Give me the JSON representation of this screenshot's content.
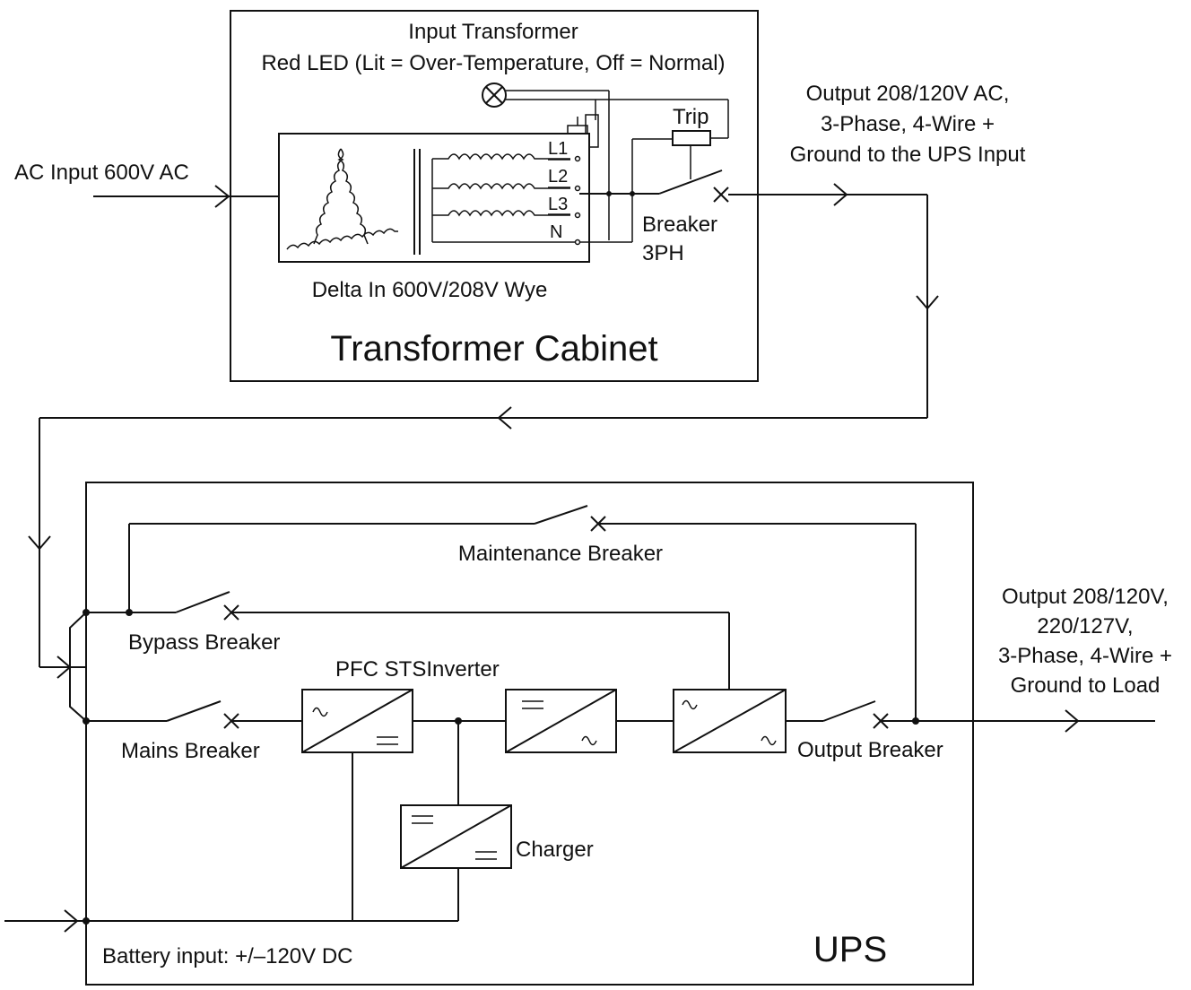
{
  "transformer_cabinet": {
    "title": "Transformer Cabinet",
    "input_transformer": "Input Transformer",
    "red_led": "Red LED (Lit = Over-Temperature, Off = Normal)",
    "delta_label": "Delta In 600V/208V Wye",
    "phase_labels": [
      "L1",
      "L2",
      "L3",
      "N"
    ],
    "trip": "Trip",
    "breaker_line1": "Breaker",
    "breaker_line2": "3PH"
  },
  "ac_input": "AC Input 600V AC",
  "cabinet_output": [
    "Output 208/120V AC,",
    "3-Phase, 4-Wire +",
    "Ground to the UPS Input"
  ],
  "ups": {
    "title": "UPS",
    "maintenance_breaker": "Maintenance Breaker",
    "bypass_breaker": "Bypass Breaker",
    "mains_breaker": "Mains Breaker",
    "pfc_sts_inverter": "PFC STSInverter",
    "charger": "Charger",
    "output_breaker": "Output Breaker",
    "battery_input": "Battery input: +/–120V DC"
  },
  "ups_output": [
    "Output 208/120V,",
    "220/127V,",
    "3-Phase, 4-Wire +",
    "Ground to Load"
  ]
}
